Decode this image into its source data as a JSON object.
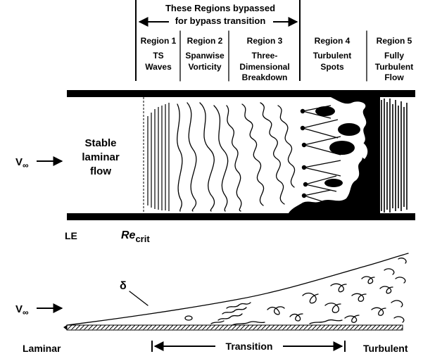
{
  "header": {
    "bypass_line1": "These Regions bypassed",
    "bypass_line2": "for bypass transition"
  },
  "regions": [
    {
      "name": "Region 1",
      "desc": [
        "TS",
        "Waves"
      ]
    },
    {
      "name": "Region 2",
      "desc": [
        "Spanwise",
        "Vorticity"
      ]
    },
    {
      "name": "Region 3",
      "desc": [
        "Three-",
        "Dimensional",
        "Breakdown"
      ]
    },
    {
      "name": "Region 4",
      "desc": [
        "Turbulent",
        "Spots"
      ]
    },
    {
      "name": "Region 5",
      "desc": [
        "Fully",
        "Turbulent",
        "Flow"
      ]
    }
  ],
  "plan_view": {
    "freestream": "V",
    "freestream_sub": "∞",
    "stable_label": [
      "Stable",
      "laminar",
      "flow"
    ],
    "le_label": "LE",
    "recrit_main": "Re",
    "recrit_sub": "crit"
  },
  "side_view": {
    "freestream": "V",
    "freestream_sub": "∞",
    "delta_label": "δ",
    "zones": {
      "laminar": "Laminar",
      "transition": "Transition",
      "turbulent": "Turbulent"
    }
  }
}
